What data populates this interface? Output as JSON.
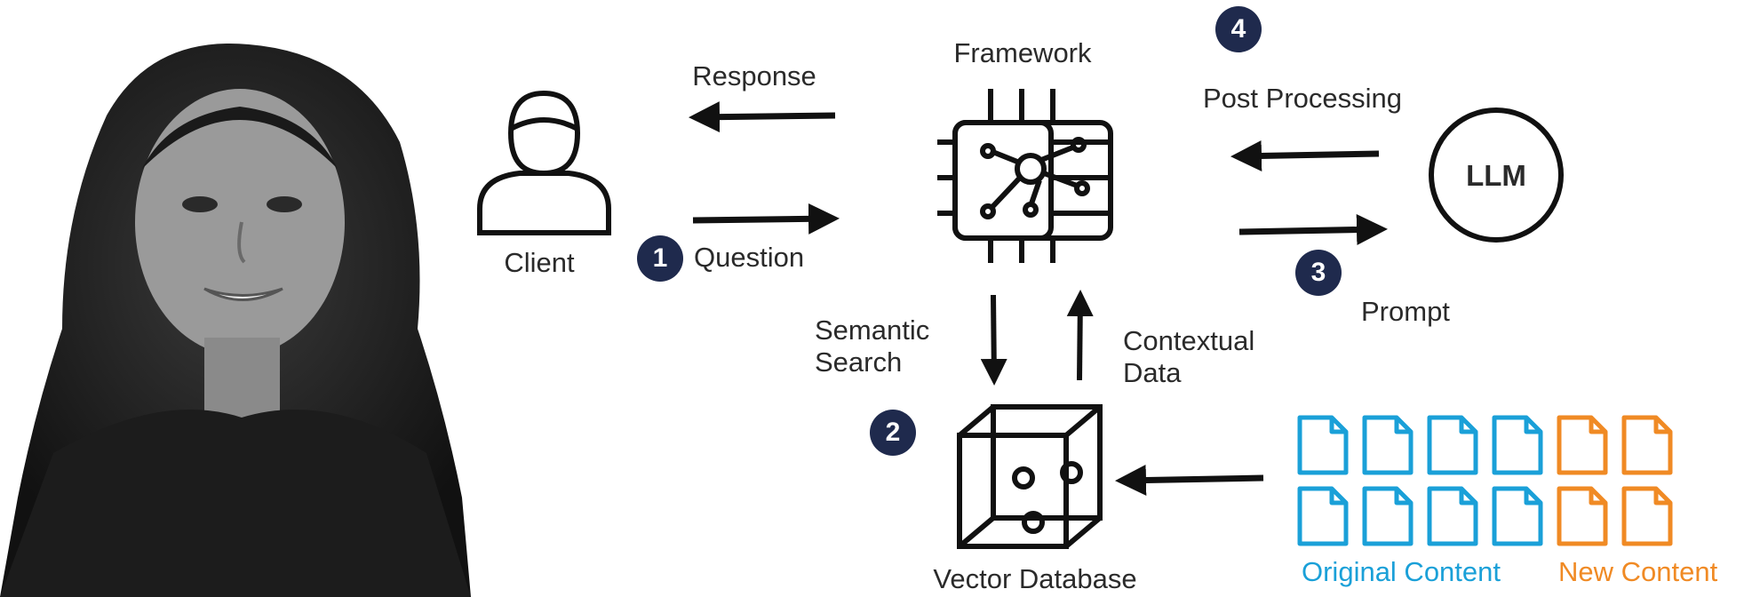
{
  "labels": {
    "client": "Client",
    "response": "Response",
    "question": "Question",
    "framework": "Framework",
    "post_processing": "Post Processing",
    "llm": "LLM",
    "prompt": "Prompt",
    "semantic_search": "Semantic\nSearch",
    "contextual_data": "Contextual\nData",
    "vector_database": "Vector Database"
  },
  "steps": [
    "1",
    "2",
    "3",
    "4"
  ],
  "legend": {
    "original": "Original Content",
    "new": "New Content"
  },
  "colors": {
    "badge": "#1f2a4d",
    "original_content": "#1aa0d8",
    "new_content": "#f08a24",
    "ink": "#111111"
  },
  "icons": {
    "client": "person-icon",
    "framework": "chip-network-icon",
    "llm": "llm-circle-icon",
    "vector_database": "cube-database-icon",
    "documents": "document-icon"
  }
}
